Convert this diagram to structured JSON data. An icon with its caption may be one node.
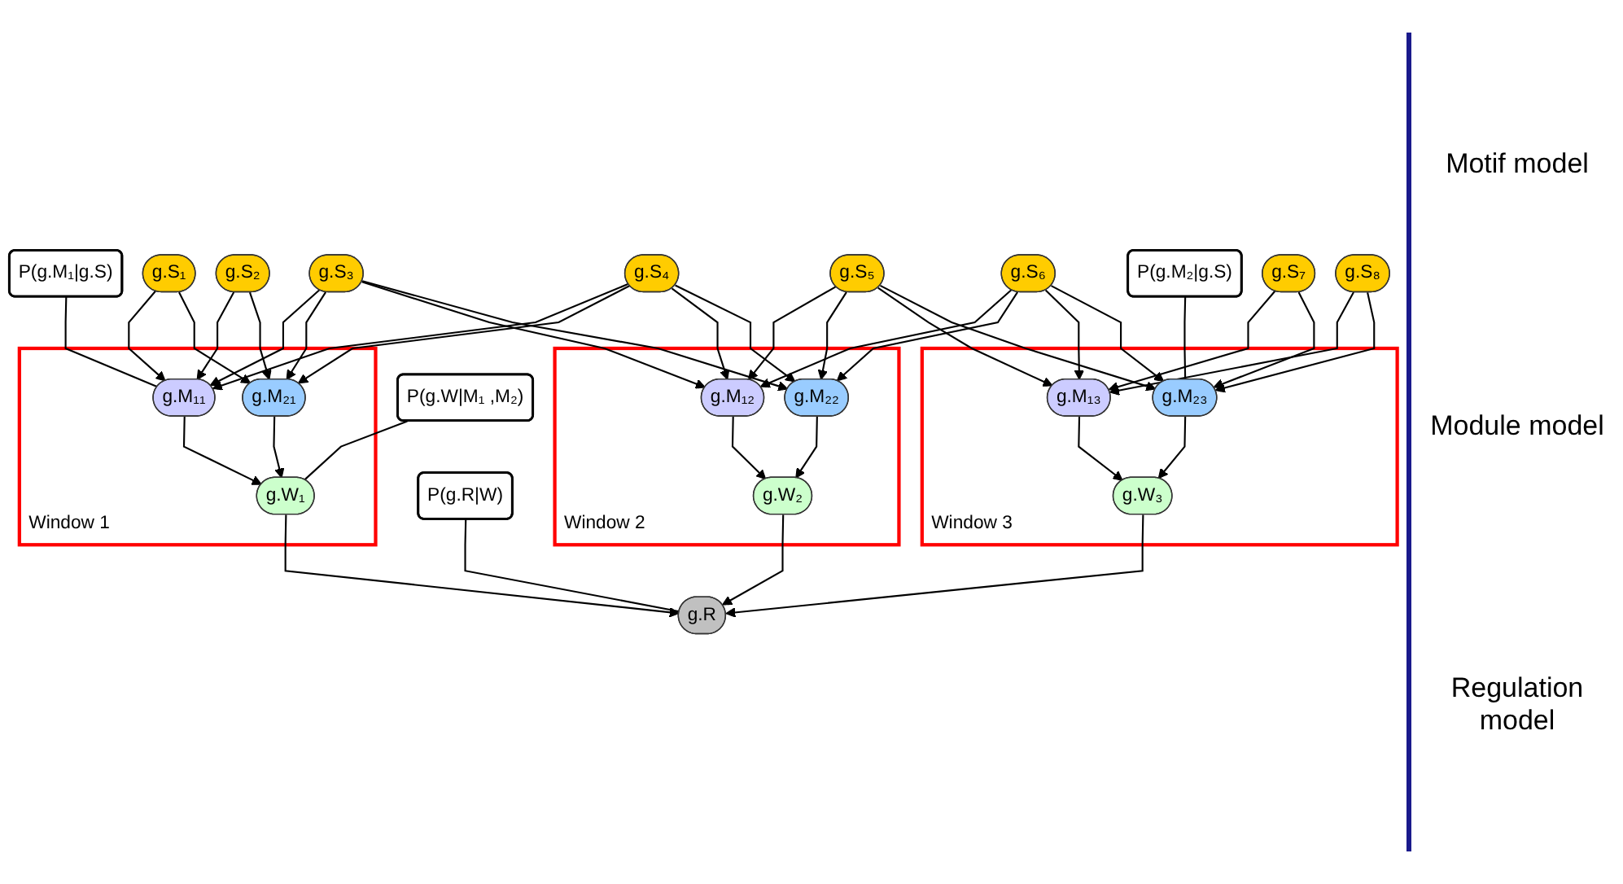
{
  "diagram": {
    "nodes": [
      {
        "text": [
          "P(g.M₁|g.S)"
        ]
      },
      {
        "text": [
          "P(g.M₂|g.S)"
        ]
      },
      {
        "text": [
          "g.S₁"
        ]
      },
      {
        "text": [
          "g.S₂"
        ]
      },
      {
        "text": [
          "g.S₃"
        ]
      },
      {
        "text": [
          "g.S₄"
        ]
      },
      {
        "text": [
          "g.S₅"
        ]
      },
      {
        "text": [
          "g.S₆"
        ]
      },
      {
        "text": [
          "g.S₇"
        ]
      },
      {
        "text": [
          "g.S₈"
        ]
      },
      {
        "text": [
          "Window 1"
        ]
      },
      {
        "text": [
          "g.M₁₁"
        ],
        "in": 10
      },
      {
        "text": [
          "g.M₂₁"
        ],
        "in": 10
      },
      {
        "text": [
          "g.W₁"
        ],
        "in": 10
      },
      {
        "text": [
          "Window 2"
        ]
      },
      {
        "text": [
          "g.M₁₂"
        ],
        "in": 14
      },
      {
        "text": [
          "g.M₂₂"
        ],
        "in": 14
      },
      {
        "text": [
          "g.W₂"
        ],
        "in": 14
      },
      {
        "text": [
          "Window 3"
        ]
      },
      {
        "text": [
          "g.M₁₃"
        ],
        "in": 18
      },
      {
        "text": [
          "g.M₂₃"
        ],
        "in": 18
      },
      {
        "text": [
          "g.W₃"
        ],
        "in": 18
      },
      {
        "text": [
          "P(g.W|M₁ ,M₂)"
        ]
      },
      {
        "text": [
          "g.R"
        ]
      },
      {
        "text": [
          "P(g.R|W)"
        ]
      }
    ],
    "edges": [
      {
        "from": 0,
        "to": 11,
        "arrow": "none"
      },
      {
        "from": 1,
        "to": 20,
        "arrow": "none"
      },
      {
        "from": 2,
        "to": 11,
        "arrow": "to"
      },
      {
        "from": 2,
        "to": 12,
        "arrow": "to"
      },
      {
        "from": 3,
        "to": 11,
        "arrow": "to"
      },
      {
        "from": 3,
        "to": 12,
        "arrow": "to"
      },
      {
        "from": 4,
        "to": 11,
        "arrow": "to"
      },
      {
        "from": 4,
        "to": 12,
        "arrow": "to"
      },
      {
        "from": 4,
        "to": 15,
        "arrow": "to"
      },
      {
        "from": 4,
        "to": 16,
        "arrow": "to"
      },
      {
        "from": 5,
        "to": 11,
        "arrow": "to"
      },
      {
        "from": 5,
        "to": 12,
        "arrow": "to"
      },
      {
        "from": 5,
        "to": 15,
        "arrow": "to"
      },
      {
        "from": 5,
        "to": 16,
        "arrow": "to"
      },
      {
        "from": 6,
        "to": 15,
        "arrow": "to"
      },
      {
        "from": 6,
        "to": 16,
        "arrow": "to"
      },
      {
        "from": 6,
        "to": 19,
        "arrow": "to"
      },
      {
        "from": 6,
        "to": 20,
        "arrow": "to"
      },
      {
        "from": 7,
        "to": 15,
        "arrow": "to"
      },
      {
        "from": 7,
        "to": 16,
        "arrow": "to"
      },
      {
        "from": 7,
        "to": 19,
        "arrow": "to"
      },
      {
        "from": 7,
        "to": 20,
        "arrow": "to"
      },
      {
        "from": 8,
        "to": 19,
        "arrow": "to"
      },
      {
        "from": 8,
        "to": 20,
        "arrow": "to"
      },
      {
        "from": 9,
        "to": 19,
        "arrow": "to"
      },
      {
        "from": 9,
        "to": 20,
        "arrow": "to"
      },
      {
        "from": 11,
        "to": 13,
        "arrow": "to"
      },
      {
        "from": 12,
        "to": 13,
        "arrow": "to"
      },
      {
        "from": 15,
        "to": 17,
        "arrow": "to"
      },
      {
        "from": 16,
        "to": 17,
        "arrow": "to"
      },
      {
        "from": 19,
        "to": 21,
        "arrow": "to"
      },
      {
        "from": 20,
        "to": 21,
        "arrow": "to"
      },
      {
        "from": 13,
        "to": 23,
        "arrow": "to"
      },
      {
        "from": 17,
        "to": 23,
        "arrow": "to"
      },
      {
        "from": 21,
        "to": 23,
        "arrow": "to"
      },
      {
        "from": 22,
        "to": 13,
        "arrow": "none"
      },
      {
        "from": 24,
        "to": 23,
        "arrow": "none"
      }
    ],
    "labels": [
      "Motif model",
      "Module model",
      "Regulation model"
    ]
  }
}
